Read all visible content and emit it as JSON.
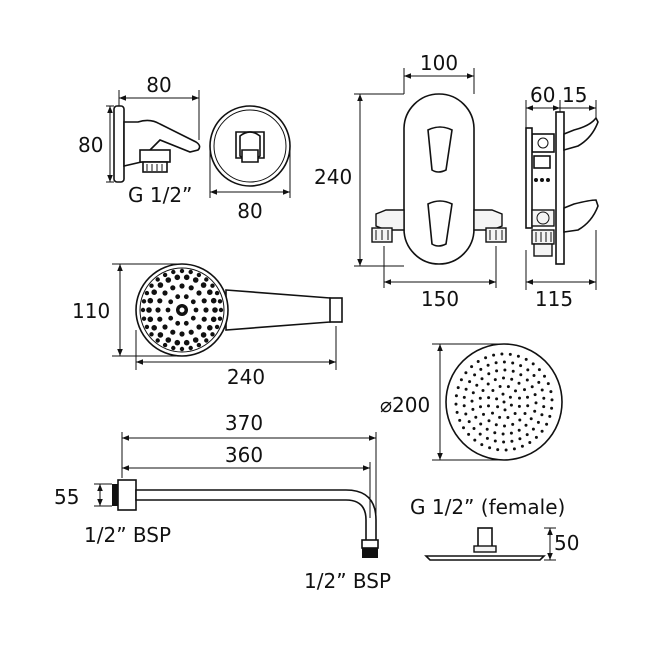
{
  "labels": {
    "bracket_width": "80",
    "bracket_height": "80",
    "bracket_thread": "G 1/2”",
    "wall_outlet_dia": "80",
    "valve_width": "100",
    "valve_height": "240",
    "valve_plate_width": "150",
    "valve_depth_a": "60",
    "valve_depth_b": "15",
    "valve_side_width": "115",
    "handset_head": "110",
    "handset_length": "240",
    "head_diameter": "⌀200",
    "arm_length_outer": "370",
    "arm_length_inner": "360",
    "arm_flange": "55",
    "arm_thread_wall": "1/2” BSP",
    "arm_thread_end": "1/2” BSP",
    "head_thread": "G 1/2” (female)",
    "head_height": "50"
  }
}
